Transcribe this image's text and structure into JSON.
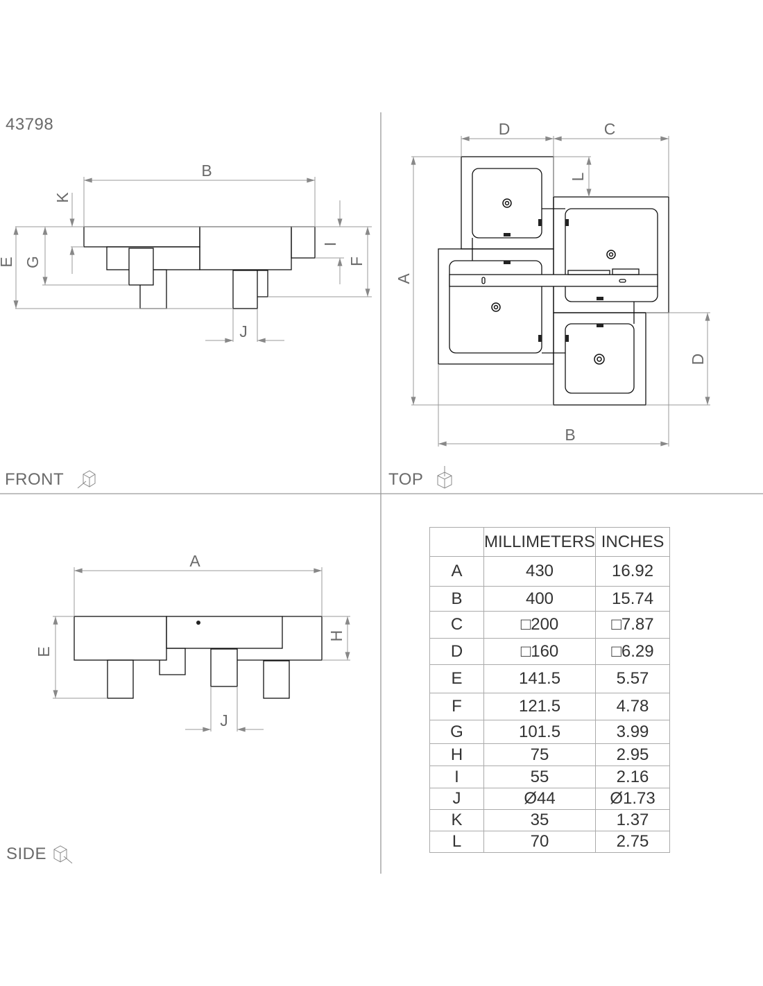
{
  "product_number": "43798",
  "views": {
    "front": "FRONT",
    "top": "TOP",
    "side": "SIDE"
  },
  "view_icons": {
    "front": "cube-front-view-icon",
    "top": "cube-top-view-icon",
    "side": "cube-side-view-icon"
  },
  "front_dims": {
    "B": "B",
    "K": "K",
    "E": "E",
    "G": "G",
    "I": "I",
    "F": "F",
    "J": "J"
  },
  "top_dims": {
    "D1": "D",
    "C": "C",
    "L": "L",
    "A": "A",
    "D2": "D",
    "B": "B"
  },
  "side_dims": {
    "A": "A",
    "E": "E",
    "H": "H",
    "J": "J"
  },
  "table": {
    "headers": [
      "",
      "MILLIMETERS",
      "INCHES"
    ],
    "rows": [
      {
        "key": "A",
        "mm": "430",
        "in": "16.92"
      },
      {
        "key": "B",
        "mm": "400",
        "in": "15.74"
      },
      {
        "key": "C",
        "mm": "□200",
        "in": "□7.87"
      },
      {
        "key": "D",
        "mm": "□160",
        "in": "□6.29"
      },
      {
        "key": "E",
        "mm": "141.5",
        "in": "5.57"
      },
      {
        "key": "F",
        "mm": "121.5",
        "in": "4.78"
      },
      {
        "key": "G",
        "mm": "101.5",
        "in": "3.99"
      },
      {
        "key": "H",
        "mm": "75",
        "in": "2.95"
      },
      {
        "key": "I",
        "mm": "55",
        "in": "2.16"
      },
      {
        "key": "J",
        "mm": "Ø44",
        "in": "Ø1.73"
      },
      {
        "key": "K",
        "mm": "35",
        "in": "1.37"
      },
      {
        "key": "L",
        "mm": "70",
        "in": "2.75"
      }
    ]
  }
}
